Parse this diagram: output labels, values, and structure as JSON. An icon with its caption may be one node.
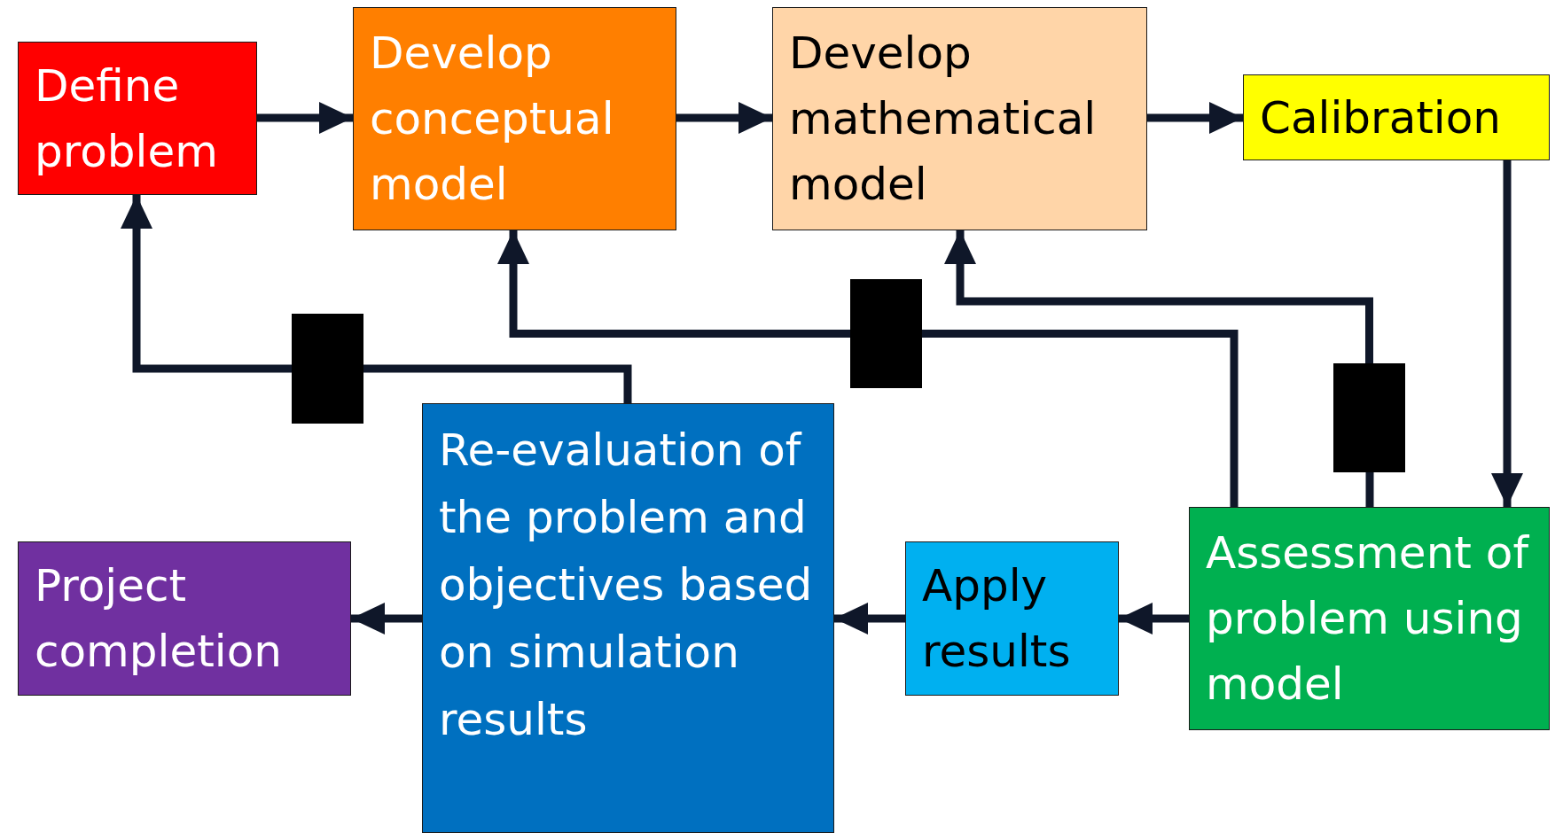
{
  "diagram": {
    "nodes": [
      {
        "text": [
          "Define problem"
        ]
      },
      {
        "text": [
          "Develop conceptual model"
        ]
      },
      {
        "text": [
          "Develop mathematical model"
        ]
      },
      {
        "text": [
          "Calibration"
        ]
      },
      {
        "text": [
          "Re-evaluation of the problem and objectives based on simulation results"
        ]
      },
      {
        "text": [
          "Project completion"
        ]
      },
      {
        "text": [
          "Apply results"
        ]
      },
      {
        "text": [
          "Assessment of problem using model"
        ]
      },
      {
        "text": [],
        "shape": "box"
      },
      {
        "text": [],
        "shape": "box"
      },
      {
        "text": [],
        "shape": "box"
      }
    ],
    "edges": [
      {
        "from": 0,
        "to": 1,
        "arrow": "to"
      },
      {
        "from": 1,
        "to": 2,
        "arrow": "to"
      },
      {
        "from": 2,
        "to": 3,
        "arrow": "to"
      },
      {
        "from": 3,
        "to": 7,
        "arrow": "to"
      },
      {
        "from": 7,
        "to": 6,
        "arrow": "to"
      },
      {
        "from": 6,
        "to": 4,
        "arrow": "to"
      },
      {
        "from": 4,
        "to": 5,
        "arrow": "to"
      },
      {
        "from": 4,
        "to": 8,
        "arrow": "none"
      },
      {
        "from": 8,
        "to": 0,
        "arrow": "to"
      },
      {
        "from": 7,
        "to": 9,
        "arrow": "none"
      },
      {
        "from": 9,
        "to": 1,
        "arrow": "to"
      },
      {
        "from": 7,
        "to": 10,
        "arrow": "none"
      },
      {
        "from": 10,
        "to": 2,
        "arrow": "to"
      }
    ]
  }
}
